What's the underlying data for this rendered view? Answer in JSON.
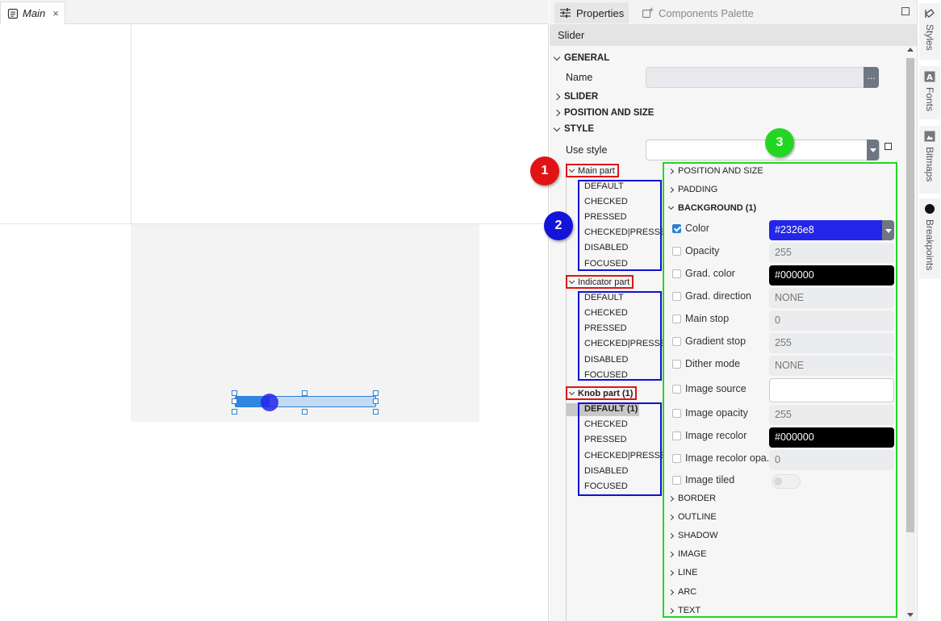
{
  "editor": {
    "tab_label": "Main",
    "tab_close": "×"
  },
  "panel": {
    "tabs": {
      "properties": "Properties",
      "palette": "Components Palette"
    },
    "component": "Slider",
    "sections": {
      "general": "GENERAL",
      "slider": "SLIDER",
      "position_size": "POSITION AND SIZE",
      "style": "STYLE"
    },
    "name_label": "Name",
    "name_btn": "...",
    "use_style_label": "Use style",
    "parts": [
      {
        "label": "Main part",
        "states": [
          "DEFAULT",
          "CHECKED",
          "PRESSED",
          "CHECKED|PRESSED",
          "DISABLED",
          "FOCUSED"
        ]
      },
      {
        "label": "Indicator part",
        "states": [
          "DEFAULT",
          "CHECKED",
          "PRESSED",
          "CHECKED|PRESSED",
          "DISABLED",
          "FOCUSED"
        ]
      },
      {
        "label": "Knob part (1)",
        "states": [
          "DEFAULT (1)",
          "CHECKED",
          "PRESSED",
          "CHECKED|PRESSED",
          "DISABLED",
          "FOCUSED"
        ]
      }
    ],
    "style_props": {
      "sections_top": [
        "POSITION AND SIZE",
        "PADDING",
        "BACKGROUND (1)"
      ],
      "background": [
        {
          "label": "Color",
          "value": "#2326e8"
        },
        {
          "label": "Opacity",
          "value": "255"
        },
        {
          "label": "Grad. color",
          "value": "#000000"
        },
        {
          "label": "Grad. direction",
          "value": "NONE"
        },
        {
          "label": "Main stop",
          "value": "0"
        },
        {
          "label": "Gradient stop",
          "value": "255"
        },
        {
          "label": "Dither mode",
          "value": "NONE"
        },
        {
          "label": "Image source",
          "value": ""
        },
        {
          "label": "Image opacity",
          "value": "255"
        },
        {
          "label": "Image recolor",
          "value": "#000000"
        },
        {
          "label": "Image recolor opa.",
          "value": "0"
        },
        {
          "label": "Image tiled",
          "value": ""
        }
      ],
      "sections_bottom": [
        "BORDER",
        "OUTLINE",
        "SHADOW",
        "IMAGE",
        "LINE",
        "ARC",
        "TEXT"
      ]
    }
  },
  "badges": {
    "one": "1",
    "two": "2",
    "three": "3"
  },
  "rail": {
    "styles": "Styles",
    "fonts": "Fonts",
    "bitmaps": "Bitmaps",
    "breakpoints": "Breakpoints"
  },
  "colors": {
    "knob": "#2326e8",
    "accent": "#2a7fd6"
  }
}
